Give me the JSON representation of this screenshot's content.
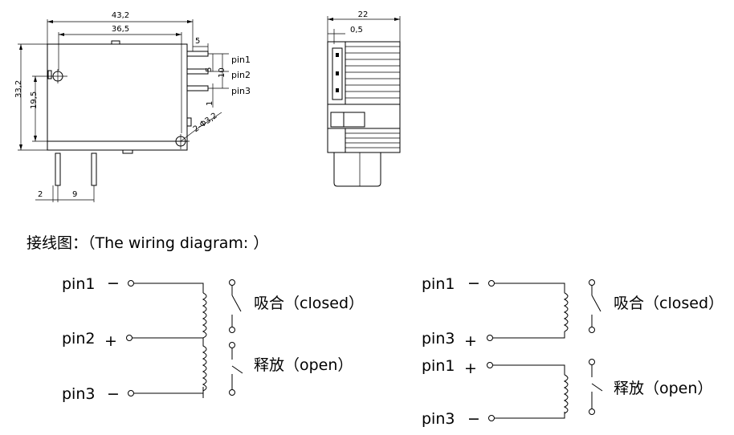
{
  "drawing": {
    "dims": {
      "width_total": "43,2",
      "width_inner": "36,5",
      "height_total": "33,2",
      "height_hole": "19,5",
      "pin_offset": "5",
      "pin_pitch_a": "5",
      "pin_pitch_b": "10",
      "pin_width": "1",
      "hole_dia": "2-Φ3,2",
      "foot_a": "2",
      "foot_b": "9",
      "side_width": "22",
      "side_offset": "0,5"
    },
    "pin_labels": [
      "pin1",
      "pin2",
      "pin3"
    ]
  },
  "wiring": {
    "title": "接线图：（The wiring diagram: ）",
    "left": {
      "pins": [
        "pin1",
        "pin2",
        "pin3"
      ],
      "polarity": [
        "−",
        "+",
        "−"
      ],
      "closed_label": "吸合（closed）",
      "open_label": "释放（open）"
    },
    "right_top": {
      "pins": [
        "pin1",
        "pin3"
      ],
      "polarity": [
        "−",
        "+"
      ],
      "label": "吸合（closed）"
    },
    "right_bottom": {
      "pins": [
        "pin1",
        "pin3"
      ],
      "polarity": [
        "+",
        "−"
      ],
      "label": "释放（open）"
    }
  }
}
